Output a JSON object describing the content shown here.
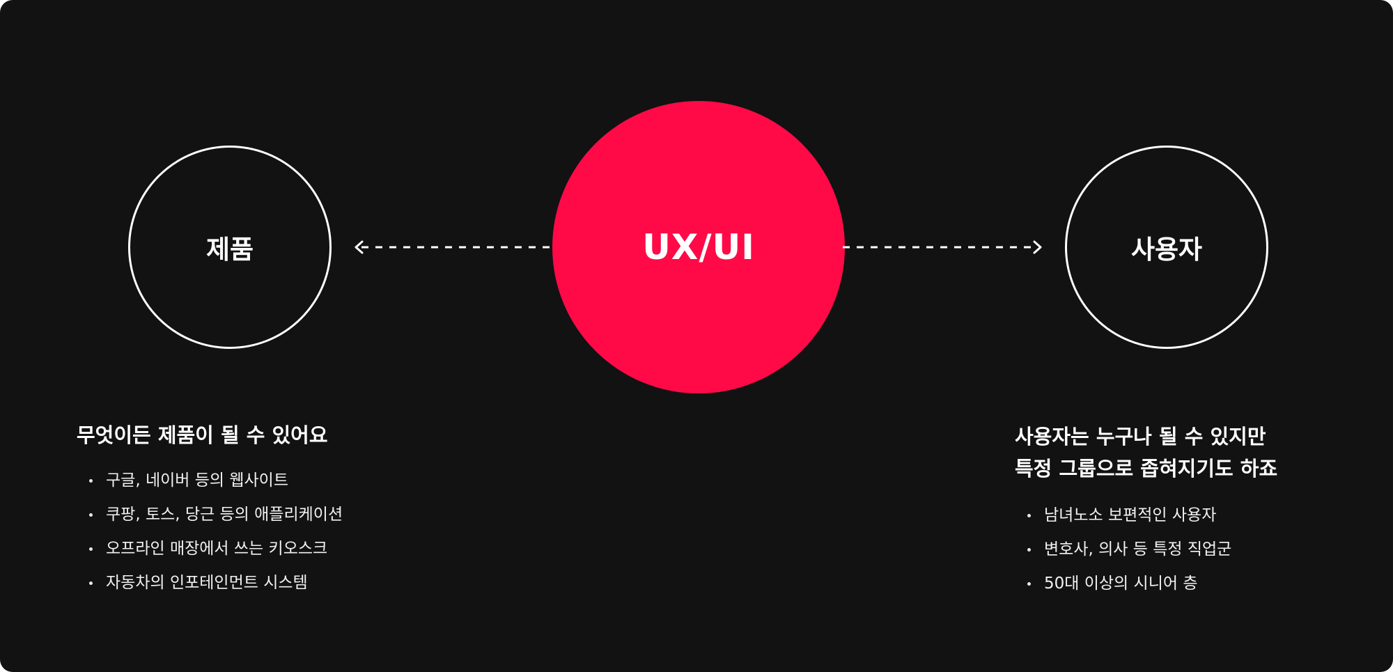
{
  "diagram": {
    "nodes": {
      "product": {
        "label": "제품"
      },
      "center": {
        "label": "UX/UI",
        "color": "#ff0a47"
      },
      "user": {
        "label": "사용자"
      }
    },
    "connectors": {
      "left": {
        "style": "dashed",
        "arrow": "left-chevron",
        "color": "#ffffff"
      },
      "right": {
        "style": "dashed",
        "arrow": "right-chevron",
        "color": "#ffffff"
      }
    },
    "background_color": "#121212"
  },
  "product_section": {
    "title": "무엇이든 제품이 될 수 있어요",
    "bullets": [
      "구글, 네이버 등의 웹사이트",
      "쿠팡, 토스, 당근 등의 애플리케이션",
      "오프라인 매장에서 쓰는 키오스크",
      "자동차의 인포테인먼트 시스템"
    ]
  },
  "user_section": {
    "title_lines": [
      "사용자는 누구나 될 수 있지만",
      "특정 그룹으로 좁혀지기도 하죠"
    ],
    "bullets": [
      "남녀노소 보편적인 사용자",
      "변호사, 의사 등 특정 직업군",
      "50대 이상의 시니어 층"
    ]
  }
}
